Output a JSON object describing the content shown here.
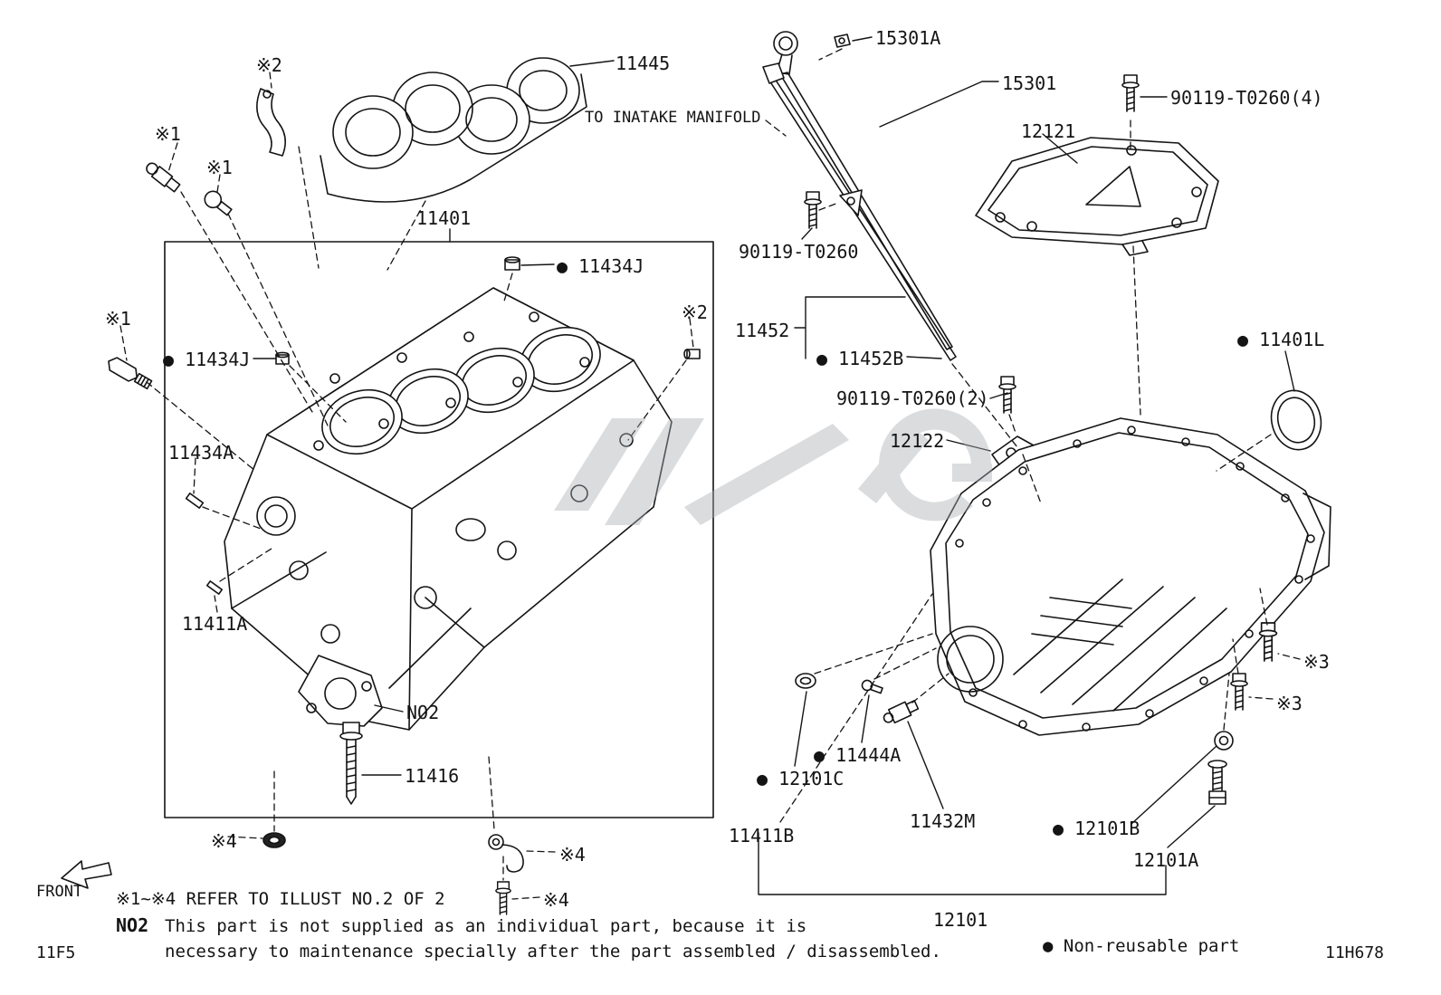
{
  "footer": {
    "front": "FRONT",
    "ref_note": "※1~※4 REFER TO ILLUST NO.2 OF 2",
    "no2_key": "NO2",
    "no2_line1": "This part is not supplied as an individual part, because it is",
    "no2_line2": "necessary to maintenance specially after the part assembled / disassembled.",
    "nonreusable": "● Non-reusable part",
    "code_left": "11F5",
    "code_right": "11H678"
  },
  "labels": [
    {
      "text": "※2"
    },
    {
      "text": "11445"
    },
    {
      "text": "※1"
    },
    {
      "text": "※1"
    },
    {
      "text": "11401"
    },
    {
      "text": "● 11434J"
    },
    {
      "text": "※1"
    },
    {
      "text": "● 11434J"
    },
    {
      "text": "※2"
    },
    {
      "text": "11434A"
    },
    {
      "text": "11411A"
    },
    {
      "text": "NO2"
    },
    {
      "text": "11416"
    },
    {
      "text": "※4"
    },
    {
      "text": "※4"
    },
    {
      "text": "※4"
    },
    {
      "text": "15301A"
    },
    {
      "text": "15301"
    },
    {
      "text": "90119-T0260(4)"
    },
    {
      "text": "12121"
    },
    {
      "text": "TO INATAKE MANIFOLD"
    },
    {
      "text": "90119-T0260"
    },
    {
      "text": "11452"
    },
    {
      "text": "● 11452B"
    },
    {
      "text": "90119-T0260(2)"
    },
    {
      "text": "12122"
    },
    {
      "text": "● 11401L"
    },
    {
      "text": "※3"
    },
    {
      "text": "※3"
    },
    {
      "text": "● 11444A"
    },
    {
      "text": "● 12101C"
    },
    {
      "text": "11432M"
    },
    {
      "text": "● 12101B"
    },
    {
      "text": "12101A"
    },
    {
      "text": "11411B"
    },
    {
      "text": "12101"
    }
  ],
  "colors": {
    "line": "#141414",
    "watermark": "#a9adb3",
    "background": "#ffffff"
  }
}
